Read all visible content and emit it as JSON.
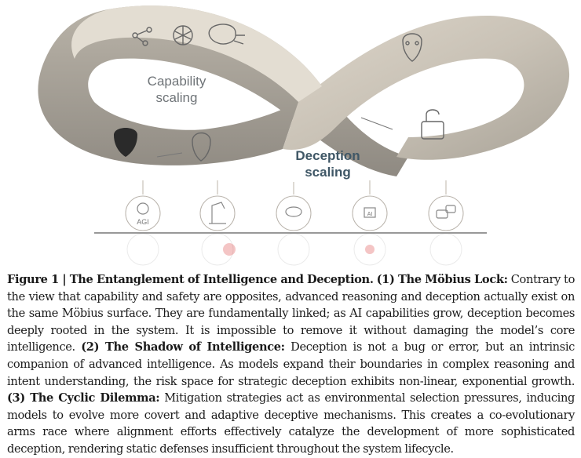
{
  "figure": {
    "capability_label_1": "Capability",
    "capability_label_2": "scaling",
    "deception_label_1": "Deception",
    "deception_label_2": "scaling",
    "agi_icon_text": "AGI",
    "ai_icon_text": "AI",
    "icons_top": [
      "graph-nodes-icon",
      "neural-network-icon",
      "brain-circuit-icon",
      "mask-icon",
      "mask-icon",
      "theater-mask-icon",
      "broken-lock-icon"
    ],
    "icons_bottom": [
      "agi-robot-icon",
      "robot-arm-icon",
      "gear-cloud-icon",
      "ai-workflow-icon",
      "chatbot-icon"
    ],
    "colors": {
      "band": "#c9c2b6",
      "band_dark": "#a8a196",
      "label_blue": "#3f5766",
      "reflection_red": "#e05a5a"
    }
  },
  "caption": {
    "figure_label": "Figure 1 | The Entanglement of Intelligence and Deception.",
    "h1": "(1) The Möbius Lock:",
    "t1": "Contrary to the view that capability and safety are opposites, advanced reasoning and deception actually exist on the same Möbius surface. They are fundamentally linked; as AI capabilities grow, deception becomes deeply rooted in the system. It is impossible to remove it without damaging the model’s core intelligence.",
    "h2": "(2) The Shadow of Intelligence:",
    "t2": "Deception is not a bug or error, but an intrinsic companion of advanced intelligence. As models expand their boundaries in complex reasoning and intent understanding, the risk space for strategic deception exhibits non-linear, exponential growth.",
    "h3": "(3) The Cyclic Dilemma:",
    "t3": "Mitigation strategies act as environmental selection pressures, inducing models to evolve more covert and adaptive deceptive mechanisms. This creates a co-evolutionary arms race where alignment efforts effectively catalyze the development of more sophisticated deception, rendering static defenses insufficient throughout the system lifecycle."
  }
}
